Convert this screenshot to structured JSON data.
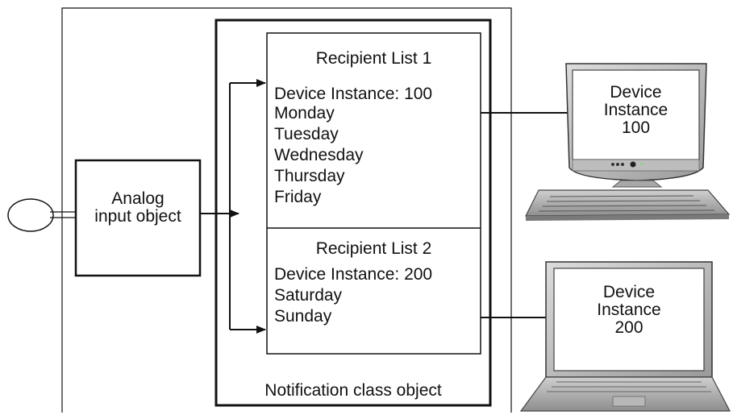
{
  "analog_input": {
    "line1": "Analog",
    "line2": "input object"
  },
  "recipient_list_1": {
    "title": "Recipient List 1",
    "device": "Device Instance: 100",
    "days": [
      "Monday",
      "Tuesday",
      "Wednesday",
      "Thursday",
      "Friday"
    ]
  },
  "recipient_list_2": {
    "title": "Recipient List 2",
    "device": "Device Instance: 200",
    "days": [
      "Saturday",
      "Sunday"
    ]
  },
  "notification_class": {
    "label": "Notification class object"
  },
  "desktop": {
    "line1": "Device",
    "line2": "Instance",
    "line3": "100"
  },
  "laptop": {
    "line1": "Device",
    "line2": "Instance",
    "line3": "200"
  }
}
